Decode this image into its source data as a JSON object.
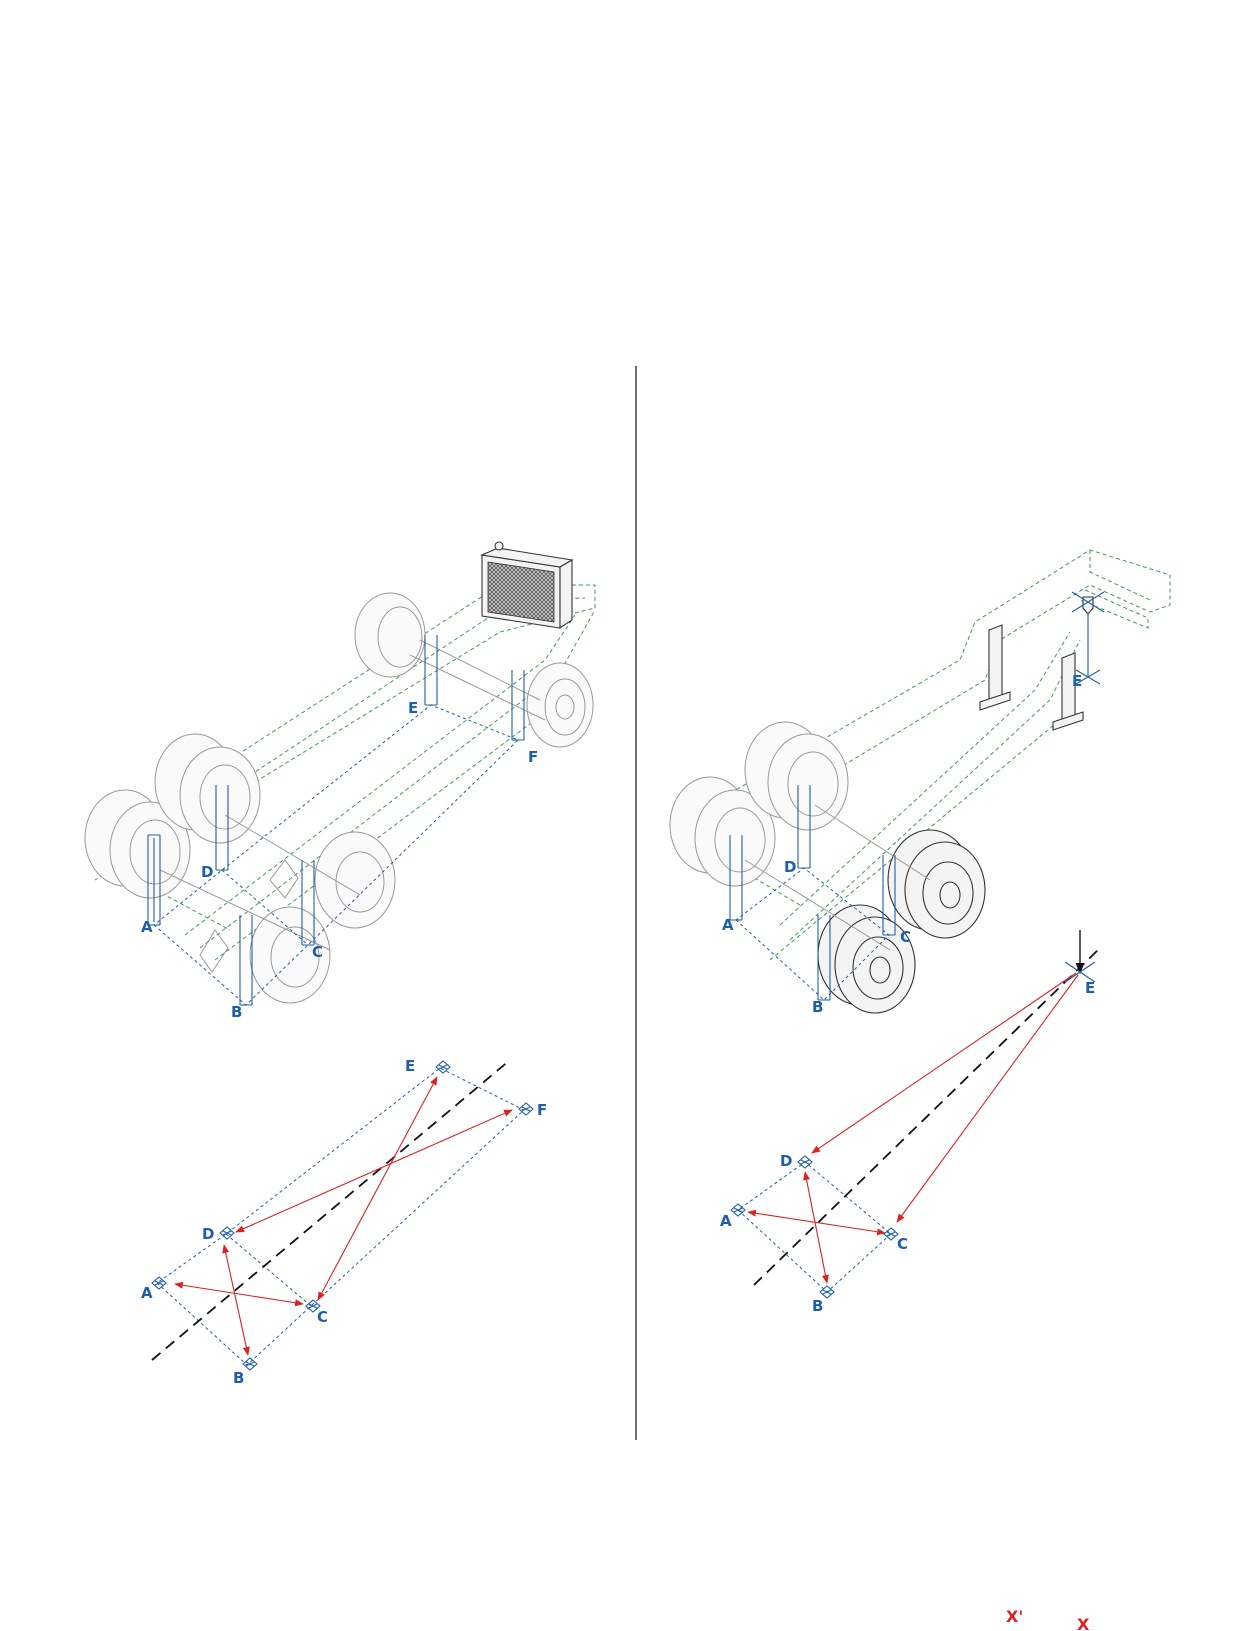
{
  "left_view": {
    "stands": {
      "a": "A",
      "b": "B",
      "c": "C",
      "d": "D",
      "e": "E",
      "f": "F"
    }
  },
  "left_plan": {
    "points": {
      "a": "A",
      "b": "B",
      "c": "C",
      "d": "D",
      "e": "E",
      "f": "F"
    }
  },
  "right_view": {
    "stands": {
      "a": "A",
      "b": "B",
      "c": "C",
      "d": "D",
      "e": "E"
    }
  },
  "right_plan": {
    "points": {
      "a": "A",
      "b": "B",
      "c": "C",
      "d": "D",
      "e": "E"
    }
  },
  "footer": {
    "x_prime": "X'",
    "x": "X"
  },
  "colors": {
    "stand_blue": "#1f5ea8",
    "measure_red": "#e02020",
    "frame_green": "#3aa048",
    "divider": "#111111"
  }
}
